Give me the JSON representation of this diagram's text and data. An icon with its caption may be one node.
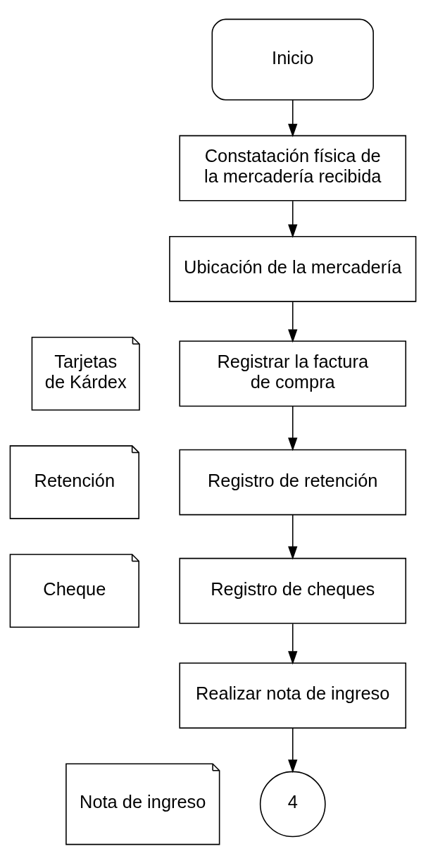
{
  "diagram": {
    "nodes": [
      {
        "text": [
          "Inicio"
        ]
      },
      {
        "text": [
          "Constatación física de la mercadería recibida"
        ]
      },
      {
        "text": [
          "Ubicación de la mercadería"
        ]
      },
      {
        "text": [
          "Registrar la factura de compra"
        ]
      },
      {
        "text": [
          "Tarjetas de Kárdex"
        ]
      },
      {
        "text": [
          "Registro de retención"
        ]
      },
      {
        "text": [
          "Retención"
        ]
      },
      {
        "text": [
          "Registro de cheques"
        ]
      },
      {
        "text": [
          "Cheque"
        ]
      },
      {
        "text": [
          "Realizar nota de ingreso"
        ]
      },
      {
        "text": [
          "Nota de ingreso"
        ]
      },
      {
        "text": [
          "4"
        ]
      }
    ],
    "edges": [
      {
        "from": 0,
        "to": 1,
        "arrow": "to"
      },
      {
        "from": 1,
        "to": 2,
        "arrow": "to"
      },
      {
        "from": 2,
        "to": 3,
        "arrow": "to"
      },
      {
        "from": 3,
        "to": 5,
        "arrow": "to"
      },
      {
        "from": 5,
        "to": 7,
        "arrow": "to"
      },
      {
        "from": 7,
        "to": 9,
        "arrow": "to"
      },
      {
        "from": 9,
        "to": 11,
        "arrow": "to"
      }
    ]
  }
}
